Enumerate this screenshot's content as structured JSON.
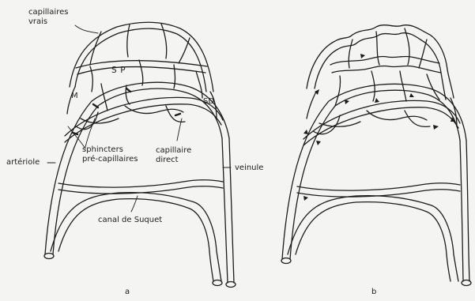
{
  "figure_a": {
    "capillaires_line1": "capillaires",
    "capillaires_line2": "vrais",
    "sp": "S P",
    "m": "M",
    "sd": "SD",
    "sphincters_line1": "sphincters",
    "sphincters_line2": "pré-capillaires",
    "capillaire_line1": "capillaire",
    "capillaire_line2": "direct",
    "arteriole": "artériole",
    "veinule": "veinule",
    "canal": "canal de Suquet",
    "letter": "a"
  },
  "figure_b": {
    "letter": "b"
  },
  "colors": {
    "background": "#f4f4f2",
    "ink": "#1c1c1c"
  }
}
